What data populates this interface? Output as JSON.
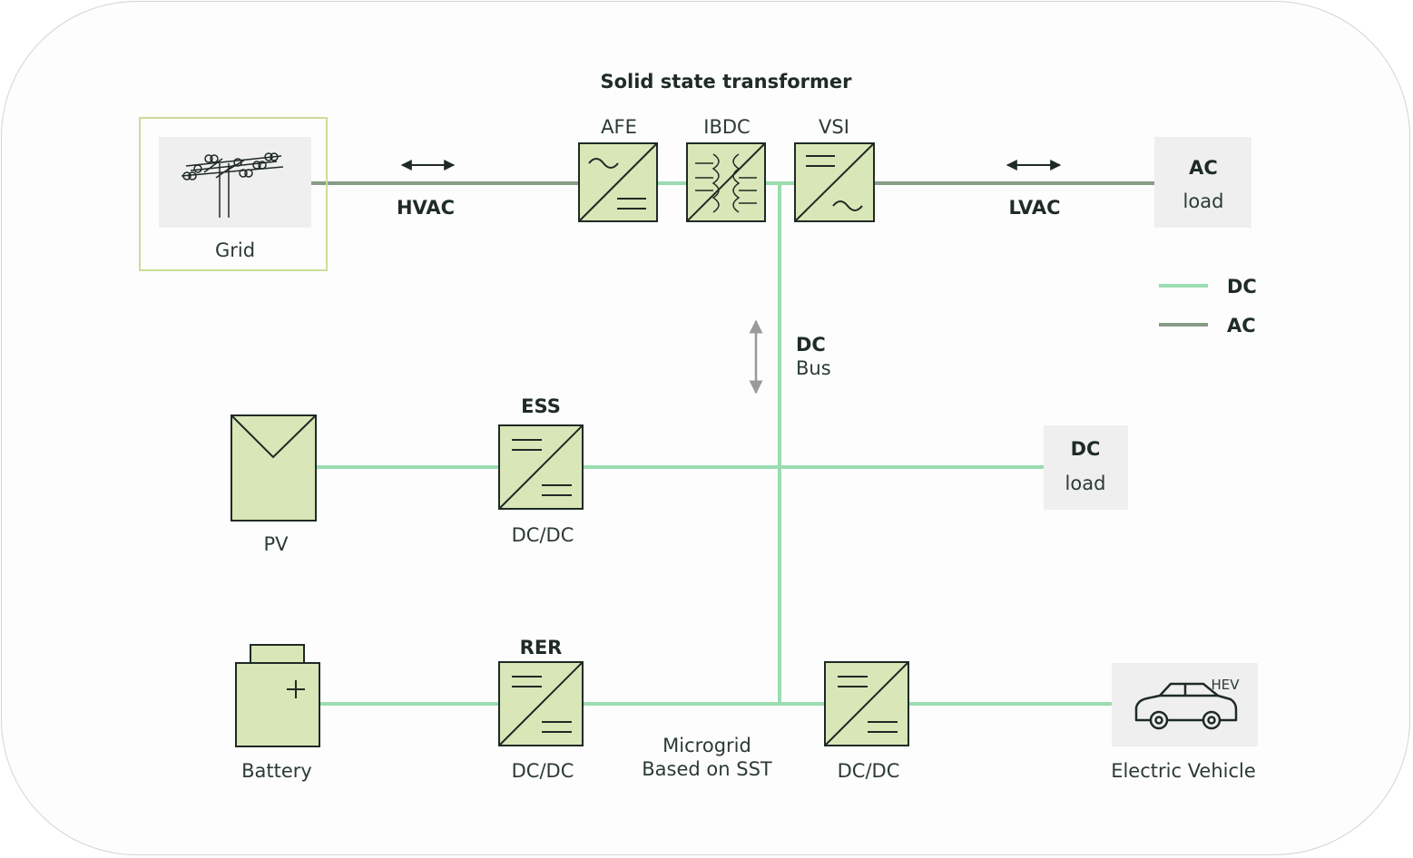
{
  "title": "Solid state transformer",
  "sst_blocks": {
    "afe": "AFE",
    "ibdc": "IBDC",
    "vsi": "VSI"
  },
  "grid": {
    "label": "Grid"
  },
  "hvac_label": "HVAC",
  "lvac_label": "LVAC",
  "ac_load": {
    "title": "AC",
    "sub": "load"
  },
  "legend": {
    "dc": "DC",
    "ac": "AC"
  },
  "dc_bus": {
    "title": "DC",
    "sub": "Bus"
  },
  "ess": {
    "title": "ESS",
    "sub": "DC/DC"
  },
  "pv": {
    "label": "PV"
  },
  "dc_load": {
    "title": "DC",
    "sub": "load"
  },
  "rer": {
    "title": "RER",
    "sub": "DC/DC"
  },
  "battery": {
    "label": "Battery"
  },
  "microgrid": {
    "line1": "Microgrid",
    "line2": "Based on SST"
  },
  "ev_converter": {
    "sub": "DC/DC"
  },
  "ev": {
    "badge": "HEV",
    "label": "Electric Vehicle"
  },
  "colors": {
    "dc_line": "#9bdcb0",
    "ac_line": "#889c88",
    "block_fill": "#d9e6b7",
    "load_fill": "#efefef",
    "grid_border": "#cbdc9a"
  }
}
